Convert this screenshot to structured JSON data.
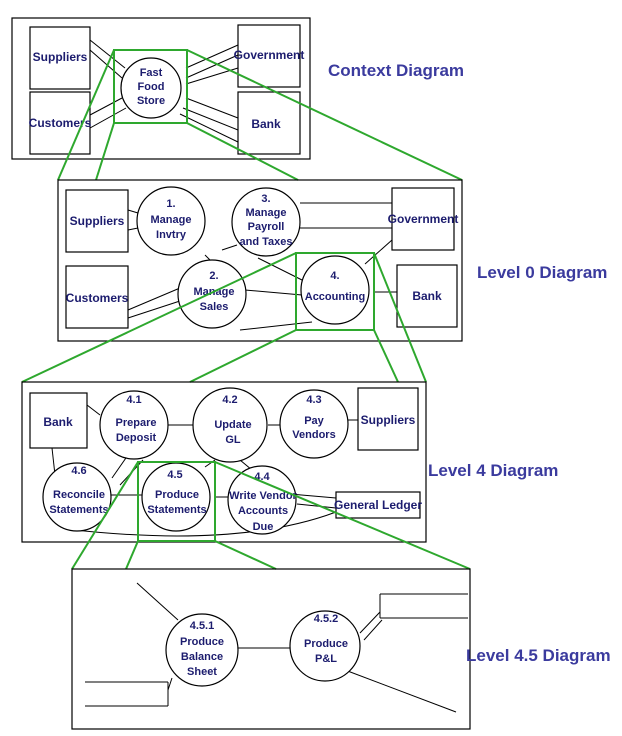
{
  "context": {
    "title": "Context Diagram",
    "entities": {
      "suppliers": "Suppliers",
      "customers": "Customers",
      "government": "Government",
      "bank": "Bank"
    },
    "process": [
      "Fast",
      "Food",
      "Store"
    ]
  },
  "level0": {
    "title": "Level 0 Diagram",
    "entities": {
      "suppliers": "Suppliers",
      "customers": "Customers",
      "government": "Government",
      "bank": "Bank"
    },
    "processes": {
      "p1": [
        "1.",
        "Manage",
        "Invtry"
      ],
      "p2": [
        "2.",
        "Manage",
        "Sales"
      ],
      "p3": [
        "3.",
        "Manage",
        "Payroll",
        "and Taxes"
      ],
      "p4": [
        "4.",
        "Accounting"
      ]
    }
  },
  "level4": {
    "title": "Level 4 Diagram",
    "entities": {
      "bank": "Bank",
      "suppliers": "Suppliers",
      "general_ledger": "General  Ledger"
    },
    "processes": {
      "p41": [
        "4.1",
        "Prepare",
        "Deposit"
      ],
      "p42": [
        "4.2",
        "Update",
        "GL"
      ],
      "p43": [
        "4.3",
        "Pay",
        "Vendors"
      ],
      "p44": [
        "4.4",
        "Write Vendor",
        "Accounts",
        "Due"
      ],
      "p45": [
        "4.5",
        "Produce",
        "Statements"
      ],
      "p46": [
        "4.6",
        "Reconcile",
        "Statements"
      ]
    }
  },
  "level45": {
    "title": "Level 4.5 Diagram",
    "processes": {
      "p451": [
        "4.5.1",
        "Produce",
        "Balance",
        "Sheet"
      ],
      "p452": [
        "4.5.2",
        "Produce",
        "P&L"
      ]
    }
  }
}
